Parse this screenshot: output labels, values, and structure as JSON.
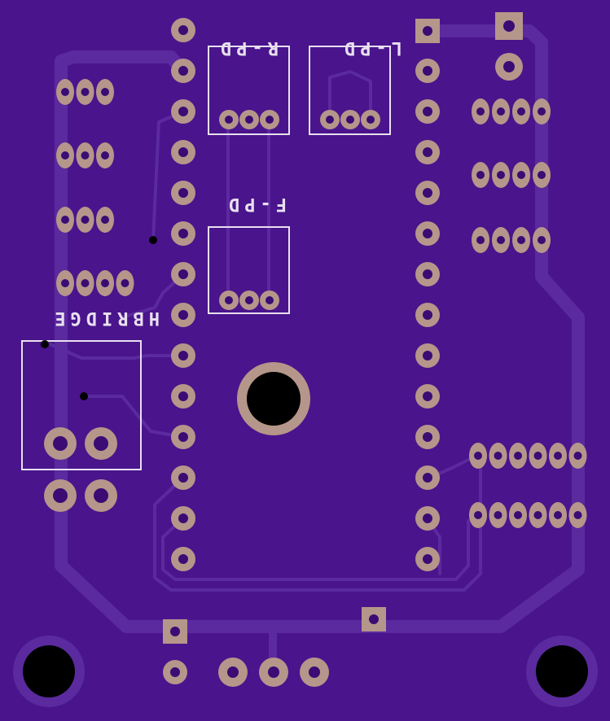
{
  "board": {
    "colors": {
      "substrate": "#4a148c",
      "trace": "#5a2a9e",
      "pad_copper": "#b5968a",
      "drill": "#3a0c74",
      "silkscreen": "#e8e0ef",
      "hole": "#000000"
    },
    "labels": {
      "r_pd": "R-PD",
      "l_pd": "L-PD",
      "f_pd": "F-PD",
      "hbridge": "HBRIDGE"
    },
    "components": [
      "left-header-column",
      "right-header-column",
      "r-pd-footprint",
      "l-pd-footprint",
      "f-pd-footprint",
      "hbridge-footprint",
      "center-mounting-hole",
      "bottom-left-mounting-hole",
      "bottom-right-mounting-hole"
    ]
  }
}
